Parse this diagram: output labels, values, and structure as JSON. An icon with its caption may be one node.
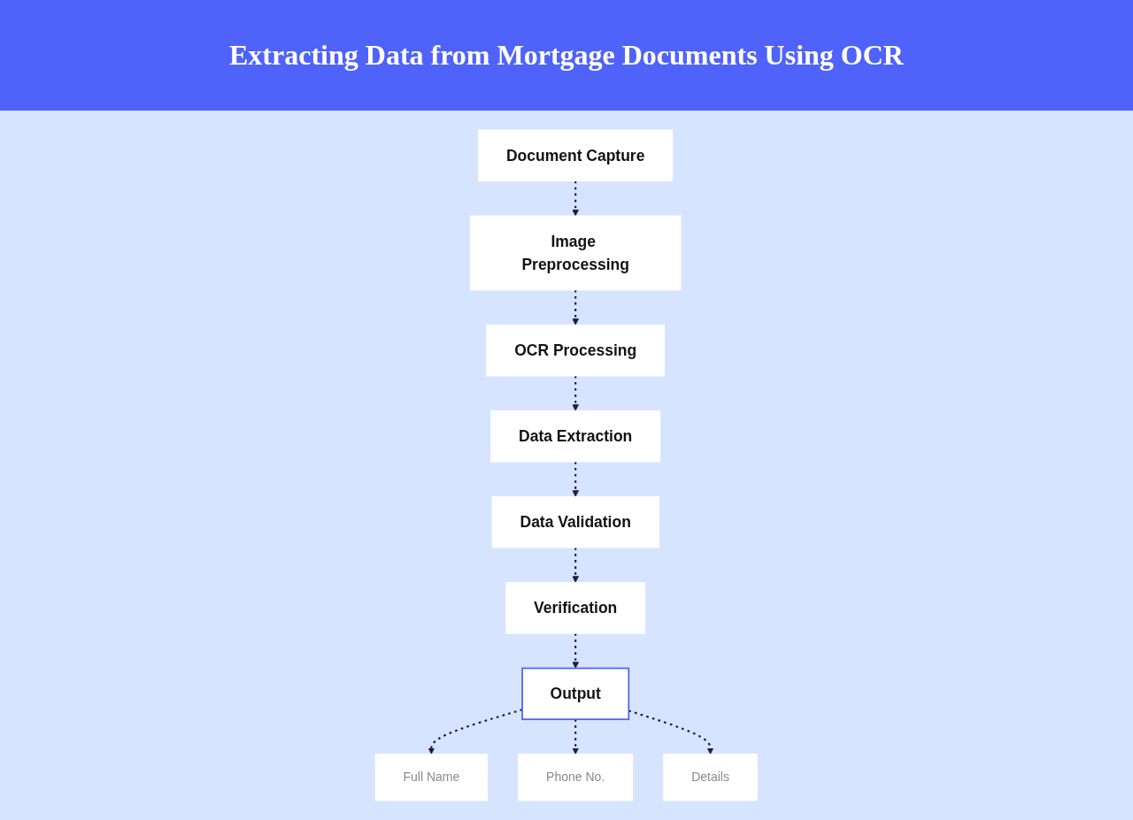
{
  "diagram": {
    "title": "Extracting Data from Mortgage Documents Using OCR",
    "nodes": [
      {
        "text": [
          "Document Capture"
        ]
      },
      {
        "text": [
          "Image Preprocessing"
        ]
      },
      {
        "text": [
          "OCR Processing"
        ]
      },
      {
        "text": [
          "Data Extraction"
        ]
      },
      {
        "text": [
          "Data Validation"
        ]
      },
      {
        "text": [
          "Verification"
        ]
      },
      {
        "text": [
          "Output"
        ]
      },
      {
        "text": [
          "Full Name"
        ]
      },
      {
        "text": [
          "Phone No."
        ]
      },
      {
        "text": [
          "Details"
        ]
      }
    ],
    "edges": [
      {
        "from": 0,
        "to": 1,
        "arrow": "to",
        "style": "dashed"
      },
      {
        "from": 1,
        "to": 2,
        "arrow": "to",
        "style": "dashed"
      },
      {
        "from": 2,
        "to": 3,
        "arrow": "to",
        "style": "dashed"
      },
      {
        "from": 3,
        "to": 4,
        "arrow": "to",
        "style": "dashed"
      },
      {
        "from": 4,
        "to": 5,
        "arrow": "to",
        "style": "dashed"
      },
      {
        "from": 5,
        "to": 6,
        "arrow": "to",
        "style": "dashed"
      },
      {
        "from": 6,
        "to": 7,
        "arrow": "to",
        "style": "dashed"
      },
      {
        "from": 6,
        "to": 8,
        "arrow": "to",
        "style": "dashed"
      },
      {
        "from": 6,
        "to": 9,
        "arrow": "to",
        "style": "dashed"
      }
    ]
  }
}
